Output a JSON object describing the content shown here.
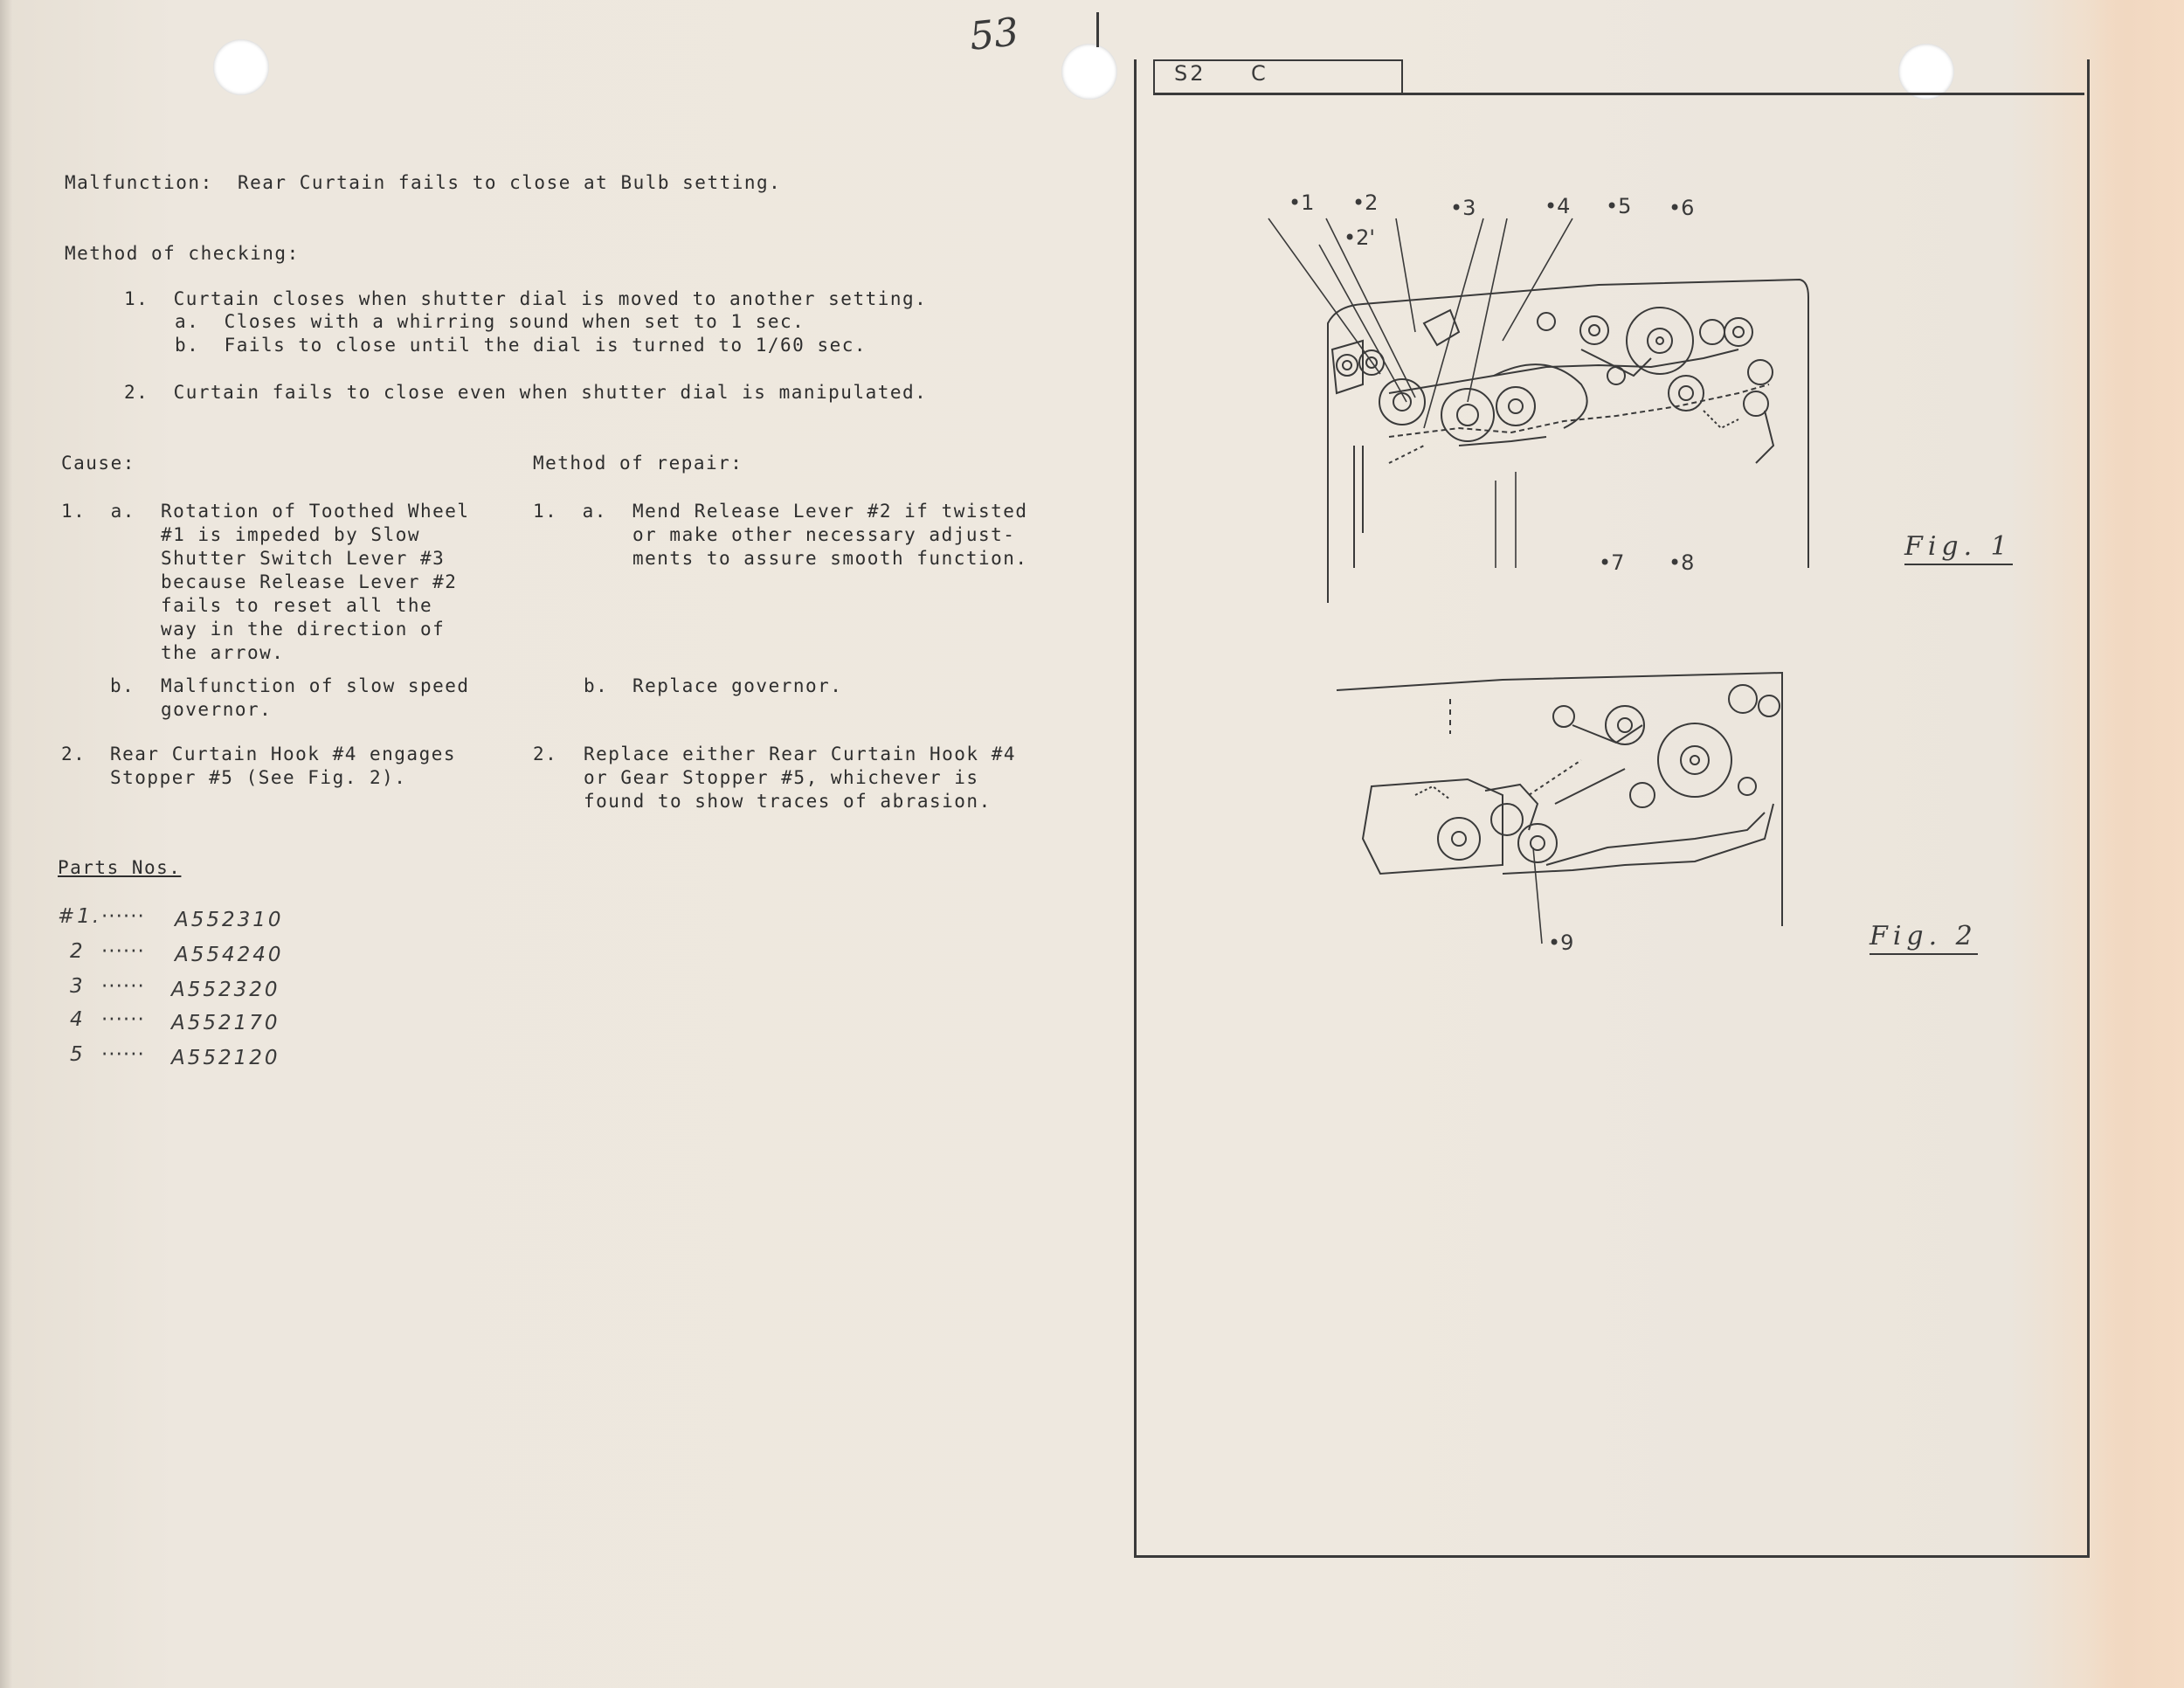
{
  "header": {
    "page_number": "53"
  },
  "left": {
    "malfunction": "Malfunction:  Rear Curtain fails to close at Bulb setting.",
    "method_checking_label": "Method of checking:",
    "check_1": "1.  Curtain closes when shutter dial is moved to another setting.",
    "check_1a": "a.  Closes with a whirring sound when set to 1 sec.",
    "check_1b": "b.  Fails to close until the dial is turned to 1/60 sec.",
    "check_2": "2.  Curtain fails to close even when shutter dial is manipulated.",
    "cause_label": "Cause:",
    "repair_label": "Method of repair:",
    "cause_1a_num": "1.  a.",
    "cause_1a_lines": [
      "Rotation of Toothed Wheel",
      "#1 is impeded by Slow",
      "Shutter Switch Lever #3",
      "because Release Lever #2",
      "fails to reset all the",
      "way in the direction of",
      "the arrow."
    ],
    "repair_1a_num": "1.  a.",
    "repair_1a_lines": [
      "Mend Release Lever #2 if twisted",
      "or make other necessary adjust-",
      "ments to assure smooth function."
    ],
    "cause_1b_num": "b.",
    "cause_1b_lines": [
      "Malfunction of slow speed",
      "governor."
    ],
    "repair_1b_num": "b.",
    "repair_1b_text": "Replace governor.",
    "cause_2_num": "2.",
    "cause_2_lines": [
      "Rear Curtain Hook #4 engages",
      "Stopper #5 (See Fig. 2)."
    ],
    "repair_2_num": "2.",
    "repair_2_lines": [
      "Replace either Rear Curtain Hook #4",
      "or Gear Stopper #5, whichever is",
      "found to show traces of abrasion."
    ],
    "parts_label": "Parts Nos.",
    "parts": [
      {
        "no": "#1.",
        "dots": "······",
        "code": "A552310"
      },
      {
        "no": "2",
        "dots": "······",
        "code": "A554240"
      },
      {
        "no": "3",
        "dots": "······",
        "code": "A552320"
      },
      {
        "no": "4",
        "dots": "······",
        "code": "A552170"
      },
      {
        "no": "5",
        "dots": "······",
        "code": "A552120"
      }
    ]
  },
  "right": {
    "code_left": "S2",
    "code_right": "C",
    "fig1_caption": "Fig. 1",
    "fig2_caption": "Fig. 2",
    "fig1_callouts": [
      "•1",
      "•2",
      "•2'",
      "•3",
      "•4",
      "•5",
      "•6",
      "•7",
      "•8"
    ],
    "fig2_callouts": [
      "•9"
    ]
  }
}
